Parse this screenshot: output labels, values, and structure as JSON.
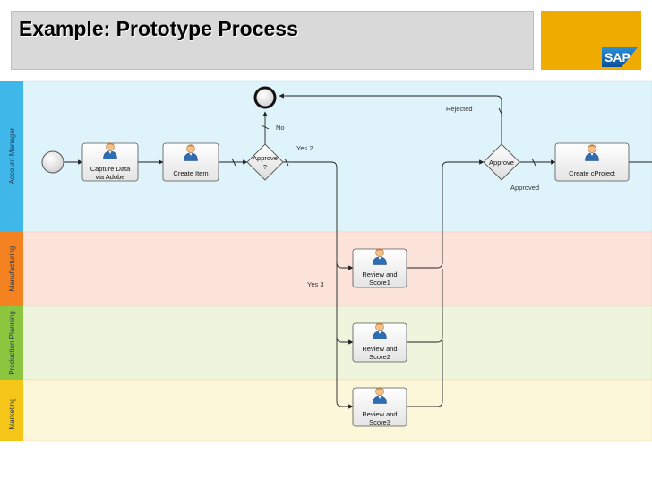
{
  "title": "Example: Prototype Process",
  "logo_text": "SAP",
  "colors": {
    "title_bar": "#d9d9d9",
    "brand": "#f0ab00",
    "lane_account_manager": "#dff3fb",
    "lane_manufacturing": "#fbe3da",
    "lane_production_planning": "#eef5dc",
    "lane_marketing": "#fdf7d9"
  },
  "lanes": [
    {
      "label": "Account Manager",
      "color": "#3fb7e8"
    },
    {
      "label": "Manufacturing",
      "color": "#f58220"
    },
    {
      "label": "Production Planning",
      "color": "#8cc63f"
    },
    {
      "label": "Marketing",
      "color": "#f5c518"
    }
  ],
  "tasks": [
    {
      "label_lines": [
        "Capture Data",
        "via Adobe"
      ],
      "icon": "user-icon"
    },
    {
      "label_lines": [
        "Create Item"
      ],
      "icon": "user-icon"
    },
    {
      "label_lines": [
        "Create cProject"
      ],
      "icon": "user-icon"
    },
    {
      "label_lines": [
        "Review and",
        "Score1"
      ],
      "icon": "user-icon"
    },
    {
      "label_lines": [
        "Review and",
        "Score2"
      ],
      "icon": "user-icon"
    },
    {
      "label_lines": [
        "Review and",
        "Score3"
      ],
      "icon": "user-icon"
    }
  ],
  "gateways": [
    {
      "label_lines": [
        "Approve",
        "?"
      ]
    },
    {
      "label_lines": [
        "Approve"
      ]
    }
  ],
  "edge_labels": {
    "no": "No",
    "yes2": "Yes 2",
    "yes3": "Yes 3",
    "rejected": "Rejected",
    "approved": "Approved"
  }
}
